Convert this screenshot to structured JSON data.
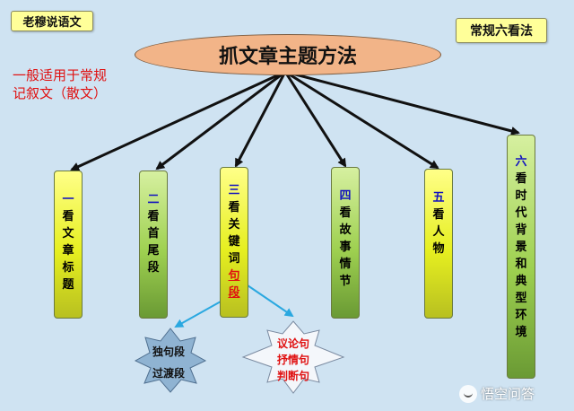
{
  "tag_left": "老穆说语文",
  "tag_right": "常规六看法",
  "title": "抓文章主题方法",
  "note": [
    "一般适用于常规",
    "记叙文（散文）"
  ],
  "columns": [
    {
      "num": "一",
      "chars": [
        "看",
        "文",
        "章",
        "标",
        "题"
      ],
      "highlight": []
    },
    {
      "num": "二",
      "chars": [
        "看",
        "首",
        "尾",
        "段"
      ],
      "highlight": []
    },
    {
      "num": "三",
      "chars": [
        "看",
        "关",
        "键",
        "词",
        "句",
        "段"
      ],
      "highlight": [
        "句",
        "段"
      ]
    },
    {
      "num": "四",
      "chars": [
        "看",
        "故",
        "事",
        "情",
        "节"
      ],
      "highlight": []
    },
    {
      "num": "五",
      "chars": [
        "看",
        "人",
        "物"
      ],
      "highlight": []
    },
    {
      "num": "六",
      "chars": [
        "看",
        "时",
        "代",
        "背",
        "景",
        "和",
        "典",
        "型",
        "环",
        "境"
      ],
      "highlight": []
    }
  ],
  "star_left": [
    "独句段",
    "过渡段"
  ],
  "star_right": [
    "议论句",
    "抒情句",
    "判断句"
  ],
  "watermark": "悟空问答",
  "colors": {
    "background": "#cfe3f2",
    "ellipse": "#f2b488",
    "note": "#e01010",
    "number": "#1010c0"
  }
}
